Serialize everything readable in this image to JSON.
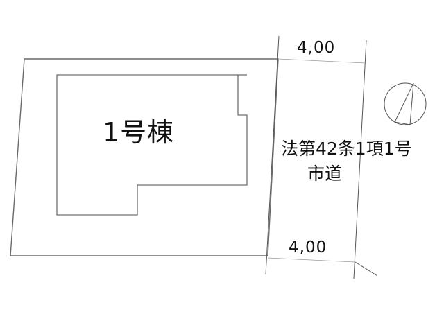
{
  "drawing": {
    "type": "site-plan",
    "building_label": "1号棟",
    "road": {
      "label_line1": "法第42条1項1号",
      "label_line2": "市道",
      "width_top": "4,00",
      "width_bottom": "4,00"
    },
    "north_arrow": "north-arrow-icon",
    "colors": {
      "line": "#6a6a6a",
      "text": "#111111",
      "background": "#ffffff"
    }
  }
}
